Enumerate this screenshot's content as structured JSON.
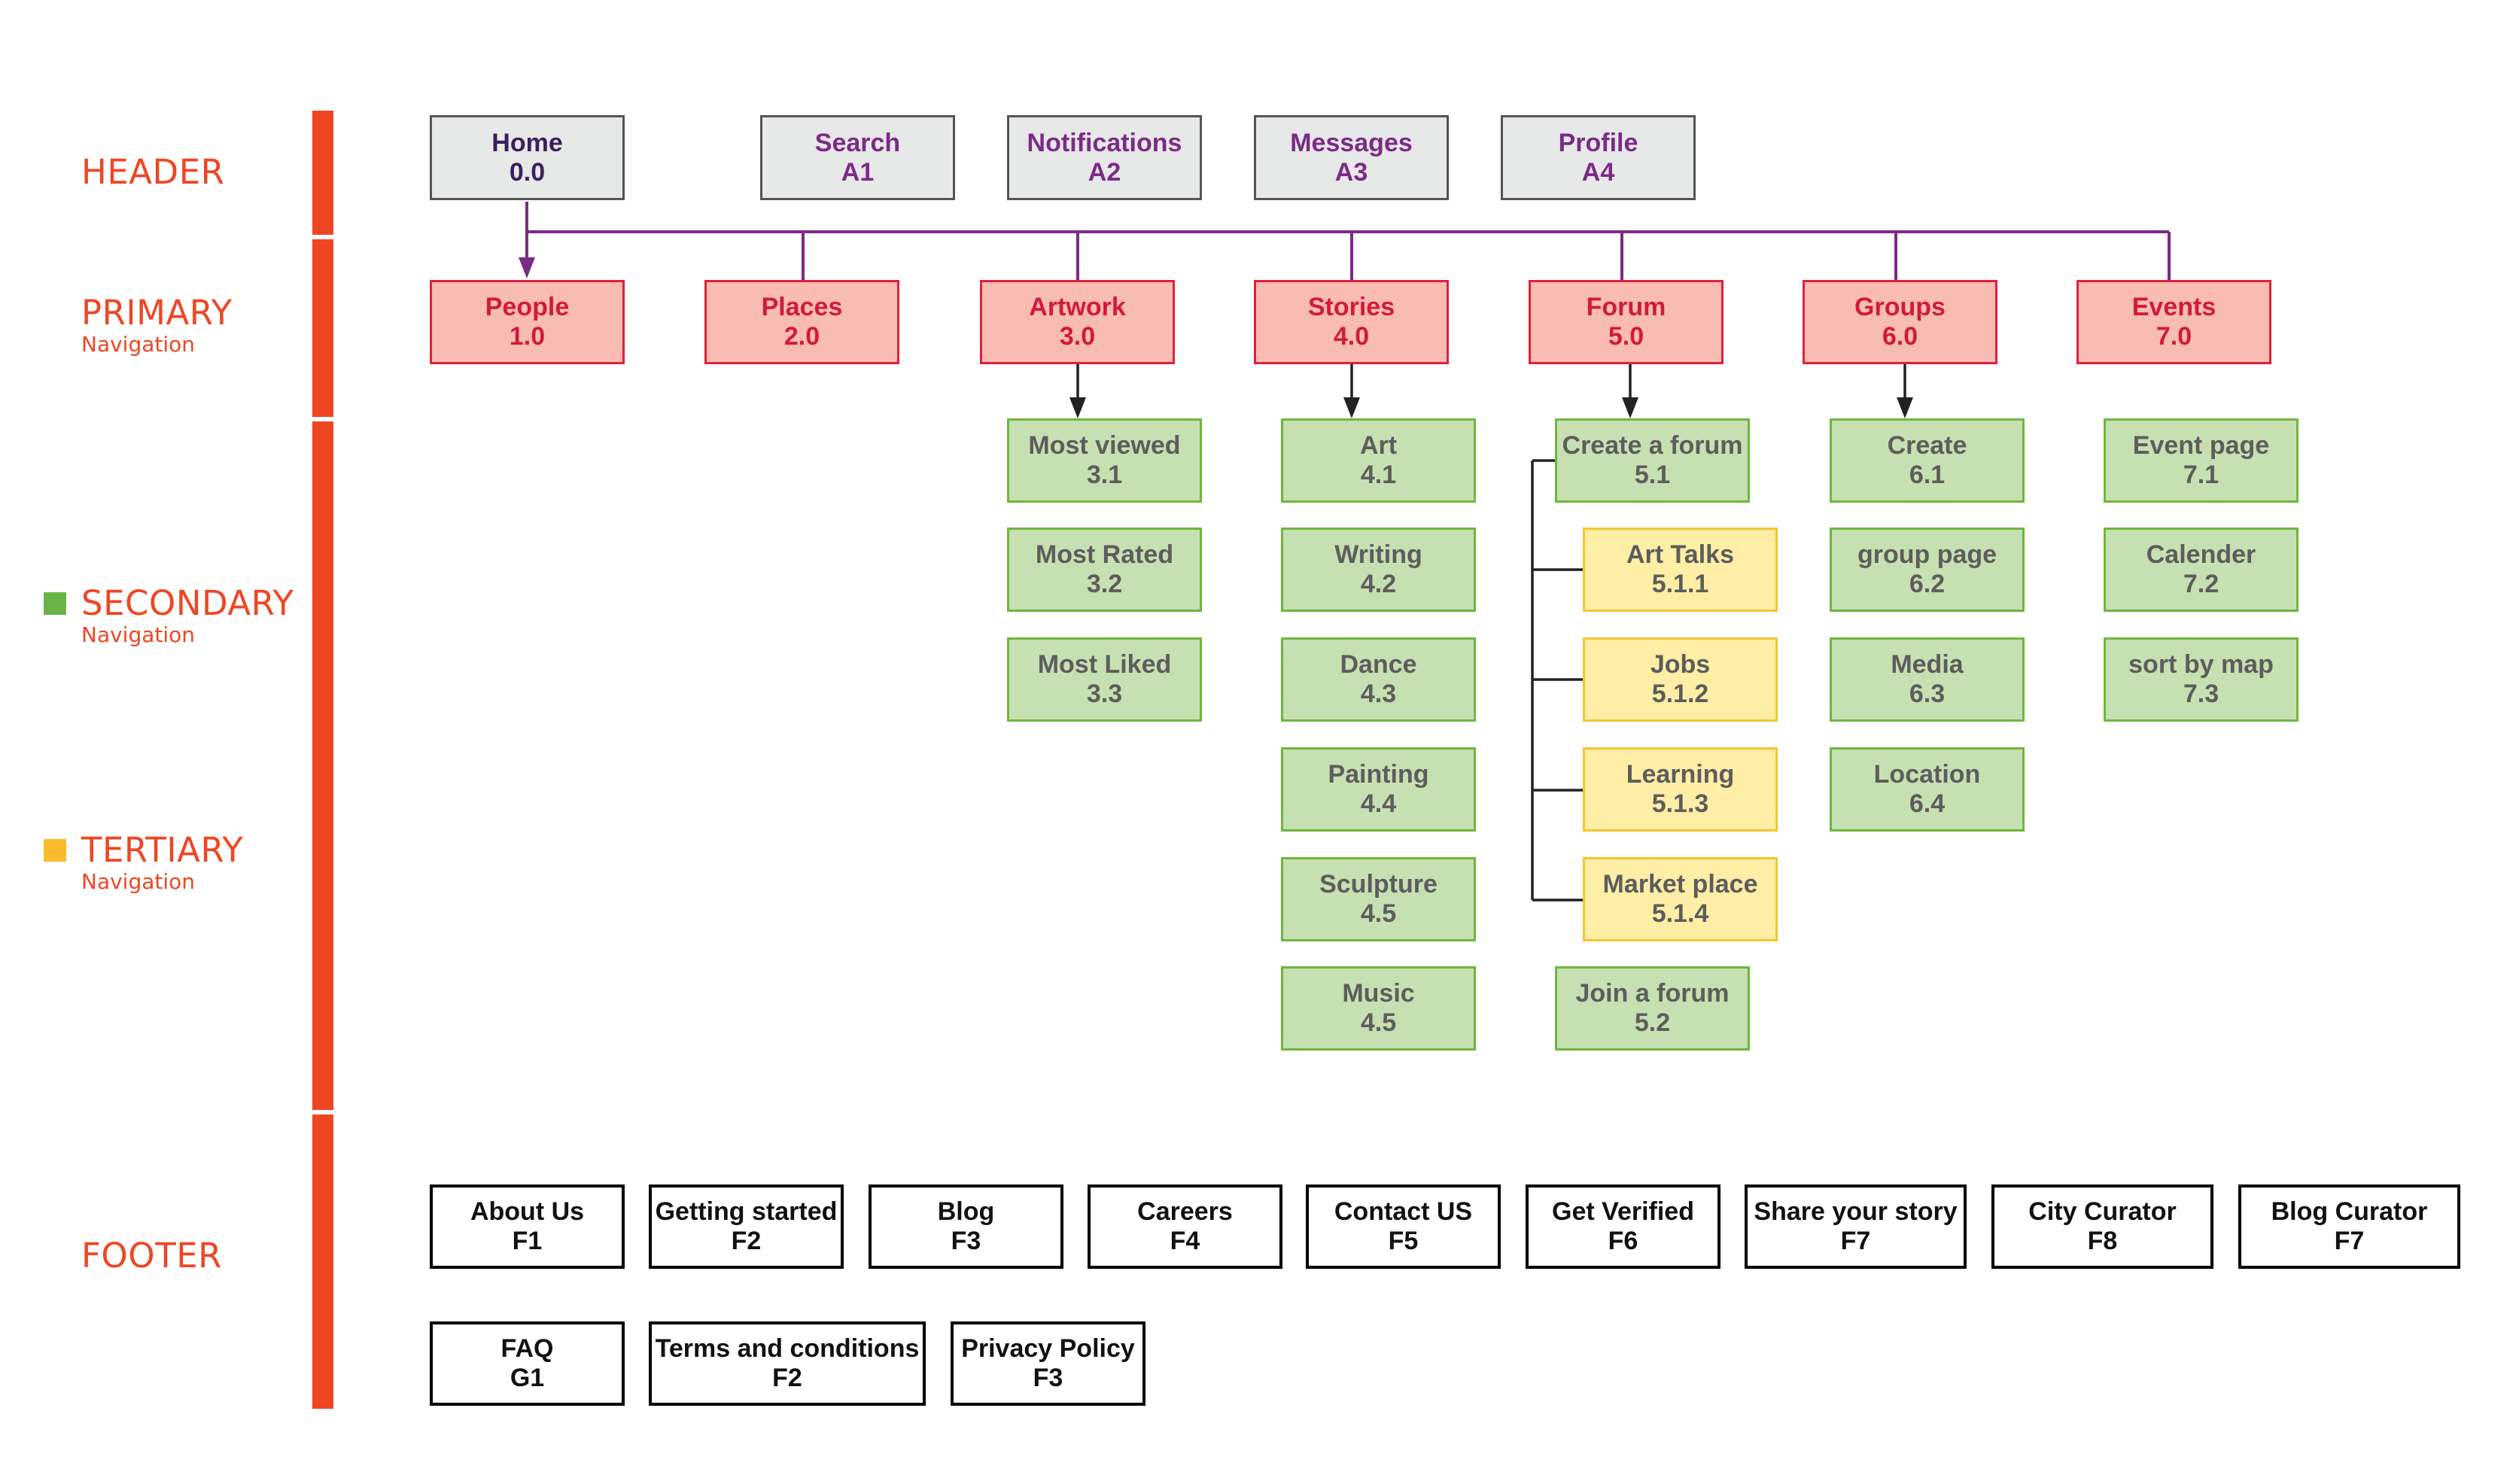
{
  "colors": {
    "accent": "#ee4623",
    "connector": "#7b2b86",
    "arrow": "#222222",
    "secondary_marker": "#6ab446",
    "tertiary_marker": "#fbbb2d"
  },
  "row_labels": {
    "header": "HEADER",
    "primary": "PRIMARY",
    "primary_sub": "Navigation",
    "secondary": "SECONDARY",
    "secondary_sub": "Navigation",
    "tertiary": "TERTIARY",
    "tertiary_sub": "Navigation",
    "footer": "FOOTER"
  },
  "header": [
    {
      "label": "Home",
      "code": "0.0"
    },
    {
      "label": "Search",
      "code": "A1"
    },
    {
      "label": "Notifications",
      "code": "A2"
    },
    {
      "label": "Messages",
      "code": "A3"
    },
    {
      "label": "Profile",
      "code": "A4"
    }
  ],
  "primary": [
    {
      "label": "People",
      "code": "1.0"
    },
    {
      "label": "Places",
      "code": "2.0"
    },
    {
      "label": "Artwork",
      "code": "3.0"
    },
    {
      "label": "Stories",
      "code": "4.0"
    },
    {
      "label": "Forum",
      "code": "5.0"
    },
    {
      "label": "Groups",
      "code": "6.0"
    },
    {
      "label": "Events",
      "code": "7.0"
    }
  ],
  "artwork": [
    {
      "label": "Most viewed",
      "code": "3.1"
    },
    {
      "label": "Most Rated",
      "code": "3.2"
    },
    {
      "label": "Most Liked",
      "code": "3.3"
    }
  ],
  "stories": [
    {
      "label": "Art",
      "code": "4.1"
    },
    {
      "label": "Writing",
      "code": "4.2"
    },
    {
      "label": "Dance",
      "code": "4.3"
    },
    {
      "label": "Painting",
      "code": "4.4"
    },
    {
      "label": "Sculpture",
      "code": "4.5"
    },
    {
      "label": "Music",
      "code": "4.5"
    }
  ],
  "forum": [
    {
      "label": "Create a forum",
      "code": "5.1"
    },
    {
      "label": "Join a forum",
      "code": "5.2"
    }
  ],
  "forum_tertiary": [
    {
      "label": "Art Talks",
      "code": "5.1.1"
    },
    {
      "label": "Jobs",
      "code": "5.1.2"
    },
    {
      "label": "Learning",
      "code": "5.1.3"
    },
    {
      "label": "Market place",
      "code": "5.1.4"
    }
  ],
  "groups": [
    {
      "label": "Create",
      "code": "6.1"
    },
    {
      "label": "group page",
      "code": "6.2"
    },
    {
      "label": "Media",
      "code": "6.3"
    },
    {
      "label": "Location",
      "code": "6.4"
    }
  ],
  "events": [
    {
      "label": "Event page",
      "code": "7.1"
    },
    {
      "label": "Calender",
      "code": "7.2"
    },
    {
      "label": "sort by map",
      "code": "7.3"
    }
  ],
  "footer_row1": [
    {
      "label": "About Us",
      "code": "F1"
    },
    {
      "label": "Getting started",
      "code": "F2"
    },
    {
      "label": "Blog",
      "code": "F3"
    },
    {
      "label": "Careers",
      "code": "F4"
    },
    {
      "label": "Contact US",
      "code": "F5"
    },
    {
      "label": "Get Verified",
      "code": "F6"
    },
    {
      "label": "Share your story",
      "code": "F7"
    },
    {
      "label": "City Curator",
      "code": "F8"
    },
    {
      "label": "Blog Curator",
      "code": "F7"
    }
  ],
  "footer_row2": [
    {
      "label": "FAQ",
      "code": "G1"
    },
    {
      "label": "Terms and conditions",
      "code": "F2"
    },
    {
      "label": "Privacy Policy",
      "code": "F3"
    }
  ]
}
